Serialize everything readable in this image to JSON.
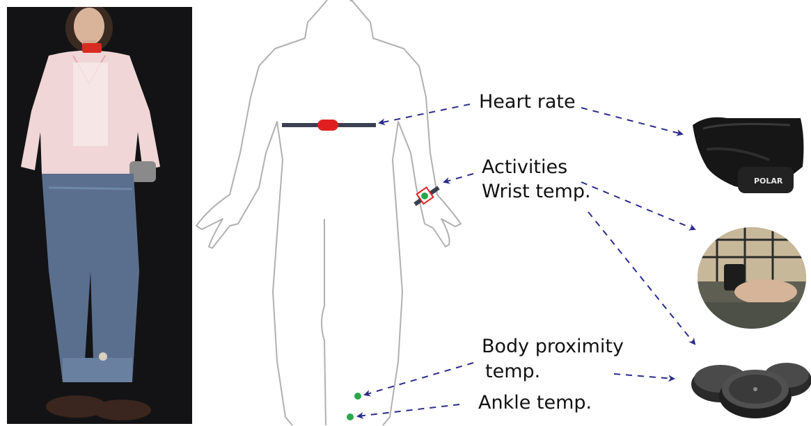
{
  "labels": {
    "heart_rate": "Heart rate",
    "activities": "Activities",
    "wrist_temp": "Wrist temp.",
    "body_prox_line1": "Body proximity",
    "body_prox_line2": "temp.",
    "ankle_temp": "Ankle temp."
  },
  "device_text": {
    "polar_logo": "POLAR"
  },
  "colors": {
    "arrow": "#2b2b8c",
    "belt": "#3b3f52",
    "heart_sensor": "#e02020",
    "temp_sensor": "#2aa84a",
    "outline": "#b0b0b0"
  }
}
